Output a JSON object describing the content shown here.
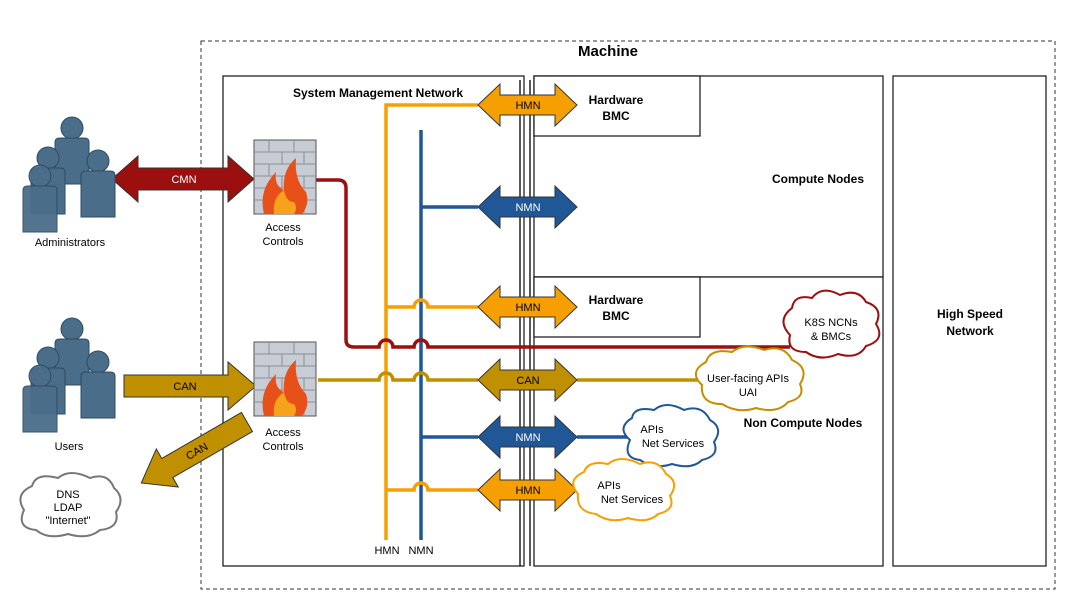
{
  "labels": {
    "machine": "Machine",
    "system_management_network": "System Management Network",
    "hardware_bmc_top_1": "Hardware",
    "hardware_bmc_top_2": "BMC",
    "hardware_bmc_mid_1": "Hardware",
    "hardware_bmc_mid_2": "BMC",
    "compute_nodes": "Compute Nodes",
    "non_compute_nodes": "Non Compute Nodes",
    "high_speed_network_1": "High Speed",
    "high_speed_network_2": "Network",
    "administrators": "Administrators",
    "users": "Users",
    "access_controls_top_1": "Access",
    "access_controls_top_2": "Controls",
    "access_controls_bottom_1": "Access",
    "access_controls_bottom_2": "Controls",
    "hmn_bottom": "HMN",
    "nmn_bottom": "NMN"
  },
  "arrows": {
    "cmn": "CMN",
    "can_users": "CAN",
    "can_out": "CAN",
    "hmn_top": "HMN",
    "nmn_top": "NMN",
    "hmn_mid": "HMN",
    "can_mid": "CAN",
    "nmn_low": "NMN",
    "hmn_low": "HMN"
  },
  "clouds": {
    "k8s_1": "K8S NCNs",
    "k8s_2": "& BMCs",
    "user_facing_1": "User-facing APIs",
    "user_facing_2": "UAI",
    "apis_nmn_1": "APIs",
    "apis_nmn_2": "Net Services",
    "apis_hmn_1": "APIs",
    "apis_hmn_2": "Net Services",
    "dns_1": "DNS",
    "dns_2": "LDAP",
    "dns_3": "\"Internet\""
  },
  "colors": {
    "hmn": "#f5a000",
    "nmn": "#1f5797",
    "can": "#c09000",
    "cmn": "#9b0f0f",
    "person": "#4a6d89"
  }
}
